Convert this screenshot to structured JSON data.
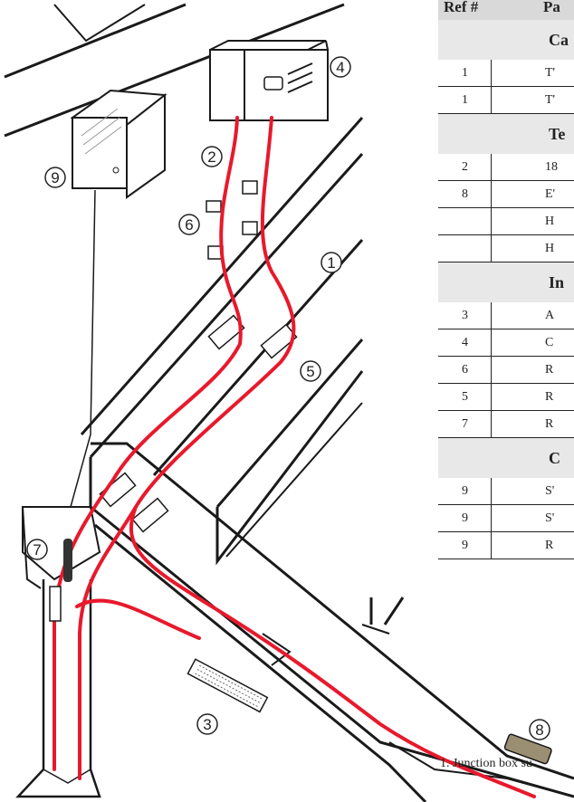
{
  "callouts": [
    "1",
    "2",
    "3",
    "4",
    "5",
    "6",
    "7",
    "8",
    "9"
  ],
  "table": {
    "headers": {
      "ref": "Ref #",
      "part": "Pa"
    },
    "sections": [
      {
        "title": "Ca",
        "rows": [
          {
            "ref": "1",
            "part": "T'"
          },
          {
            "ref": "1",
            "part": "T'"
          }
        ]
      },
      {
        "title": "Te",
        "rows": [
          {
            "ref": "2",
            "part": "18"
          },
          {
            "ref": "8",
            "part": "E'"
          },
          {
            "ref": "",
            "part": "H"
          },
          {
            "ref": "",
            "part": "H"
          }
        ]
      },
      {
        "title": "In",
        "rows": [
          {
            "ref": "3",
            "part": "A"
          },
          {
            "ref": "4",
            "part": "C"
          },
          {
            "ref": "6",
            "part": "R"
          },
          {
            "ref": "5",
            "part": "R"
          },
          {
            "ref": "7",
            "part": "R"
          }
        ]
      },
      {
        "title": "C",
        "rows": [
          {
            "ref": "9",
            "part": "S'"
          },
          {
            "ref": "9",
            "part": "S'"
          },
          {
            "ref": "9",
            "part": "R"
          }
        ]
      }
    ]
  },
  "footnote": "1. Junction box su",
  "colors": {
    "cable": "#e8192c",
    "line": "#1a1a1a",
    "grey": "#d9d9d9"
  }
}
